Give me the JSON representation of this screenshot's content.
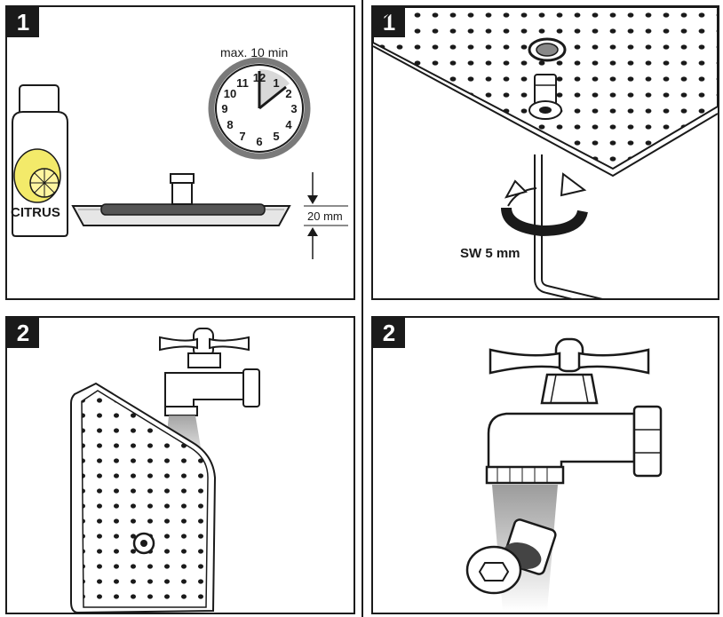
{
  "panels": {
    "p1": {
      "step": "1",
      "timer_label": "max. 10 min",
      "bottle_label": "CITRUS",
      "depth_label": "20 mm",
      "clock_numbers": [
        "12",
        "1",
        "2",
        "3",
        "4",
        "5",
        "6",
        "7",
        "8",
        "9",
        "10",
        "11"
      ]
    },
    "p2": {
      "step": "1",
      "tool_label": "SW 5 mm"
    },
    "p3": {
      "step": "2"
    },
    "p4": {
      "step": "2"
    }
  },
  "colors": {
    "ink": "#1a1a1a",
    "gray": "#7a7a7a",
    "light": "#d8d8d8"
  }
}
